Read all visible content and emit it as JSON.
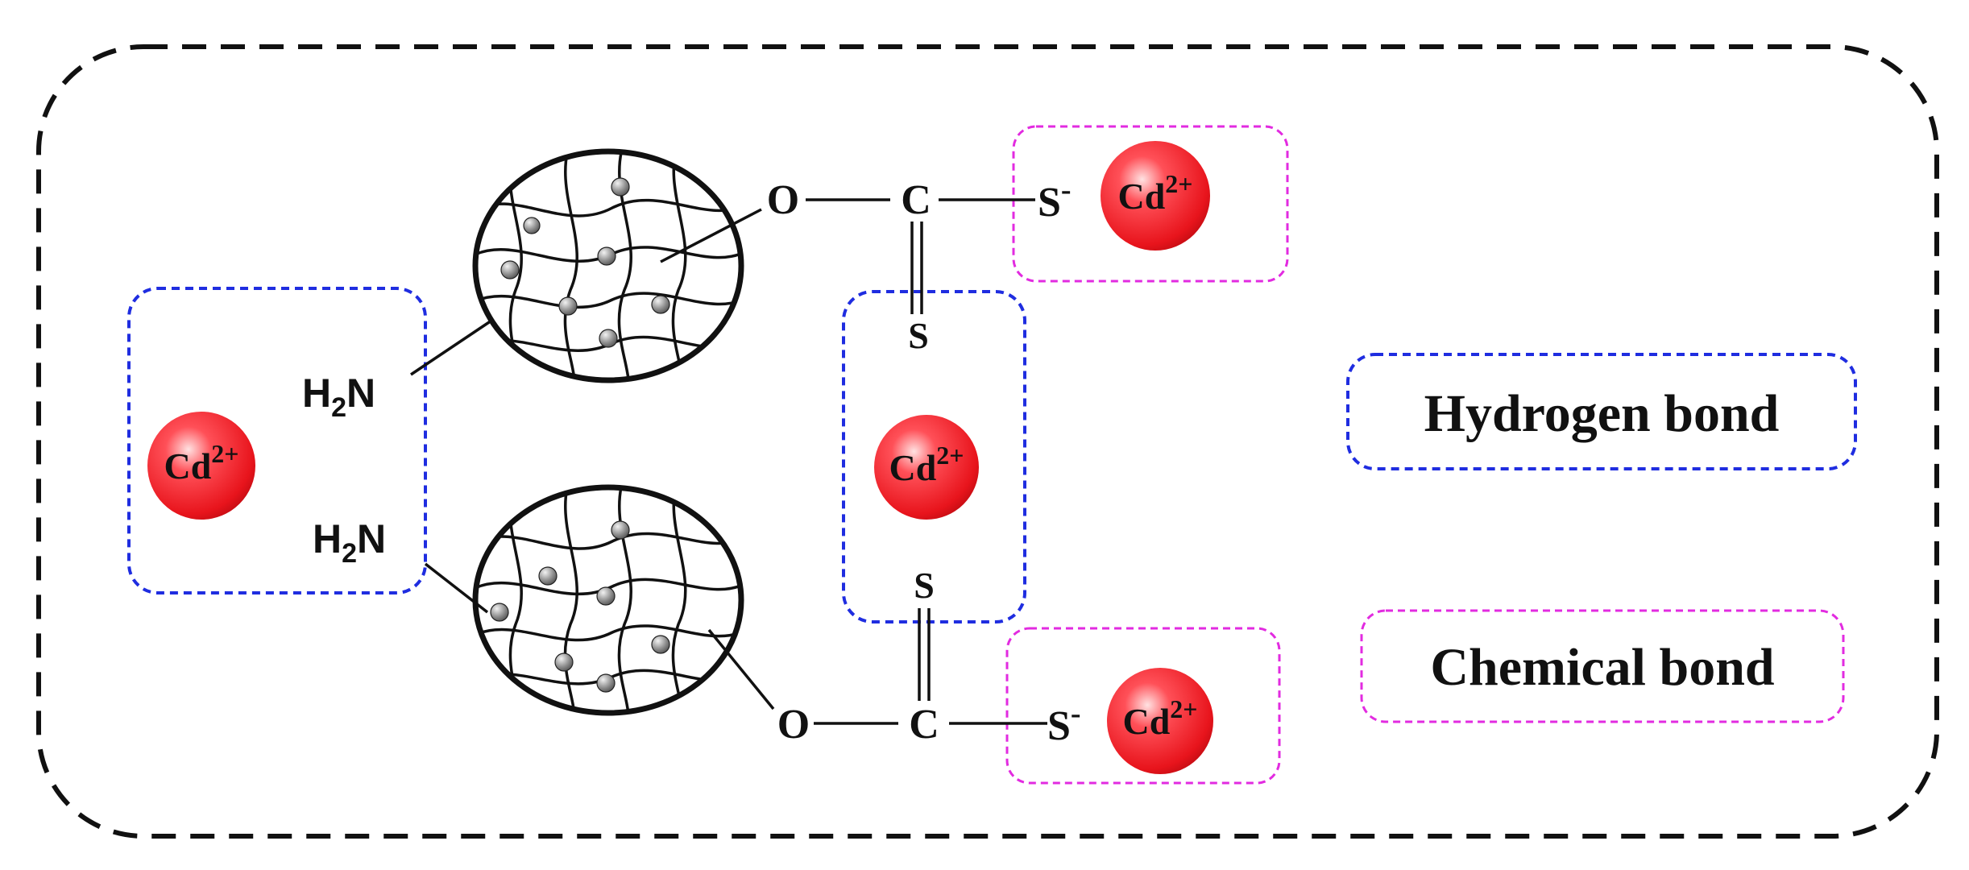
{
  "colors": {
    "outer_border": "#111111",
    "hydrogen_bond_box": "#1f2de0",
    "chemical_bond_box": "#e22be0",
    "ion_fill": "#e8141c",
    "ion_highlight": "#ffd8d8",
    "bead_fill": "#8a8a8a"
  },
  "amine_groups": [
    {
      "base": "H",
      "sub": "2",
      "tail": "N"
    },
    {
      "base": "H",
      "sub": "2",
      "tail": "N"
    }
  ],
  "xanthate_upper": {
    "oxygen": "O",
    "carbon": "C",
    "sulfur_double": "S",
    "sulfur_anion": "S",
    "charge": "-"
  },
  "xanthate_lower": {
    "oxygen": "O",
    "carbon": "C",
    "sulfur_double": "S",
    "sulfur_anion": "S",
    "charge": "-"
  },
  "ions": [
    {
      "base": "Cd",
      "charge": "2+"
    },
    {
      "base": "Cd",
      "charge": "2+"
    },
    {
      "base": "Cd",
      "charge": "2+"
    },
    {
      "base": "Cd",
      "charge": "2+"
    }
  ],
  "legend": {
    "hydrogen_bond": "Hydrogen bond",
    "chemical_bond": "Chemical bond"
  },
  "icons": {
    "polymer_bead": "crosslinked-polymer-sphere-icon",
    "ion": "cadmium-ion-sphere-icon"
  }
}
